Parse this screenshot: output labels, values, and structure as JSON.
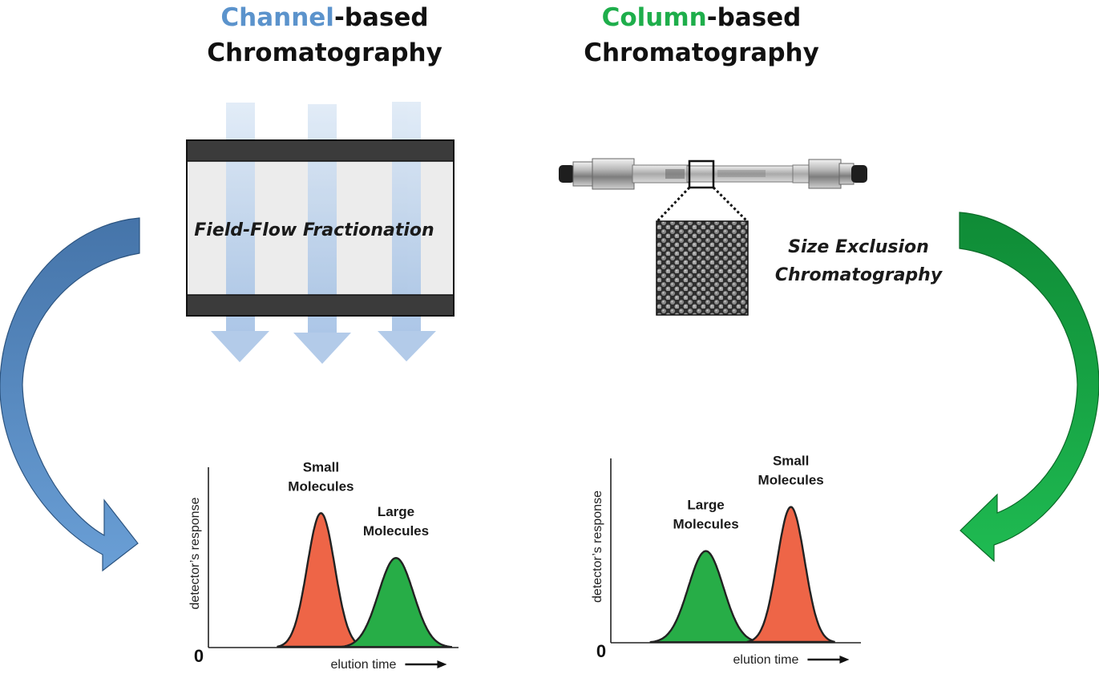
{
  "titles": {
    "left": {
      "accent": "Channel",
      "rest": "-based",
      "line2": "Chromatography",
      "accent_color": "#5b93cc"
    },
    "right": {
      "accent": "Column",
      "rest": "-based",
      "line2": "Chromatography",
      "accent_color": "#1eae4b"
    }
  },
  "left_panel": {
    "method_label": "Field-Flow Fractionation"
  },
  "right_panel": {
    "method_label_line1": "Size Exclusion",
    "method_label_line2": "Chromatography"
  },
  "colors": {
    "blue_arrow": "#5a8fc8",
    "green_arrow": "#17a844",
    "peak_red": "#ee6547",
    "peak_green": "#27ad47",
    "channel_plate": "#3a3a3a",
    "channel_fill": "#ececec",
    "flow_arrow": "#a6c3e6"
  },
  "icons": [
    "channel-flow-arrow",
    "column-fitting",
    "porous-bead-packing",
    "curved-process-arrow"
  ],
  "chart_data": [
    {
      "type": "area",
      "title": "",
      "ylabel": "detector’s response",
      "xlabel": "elution time",
      "origin_label": "0",
      "series": [
        {
          "name": "",
          "label_lines": [
            "Small",
            "Molecules"
          ],
          "center": 0.45,
          "height": 0.78,
          "width": 0.055,
          "color": "#ee6547"
        },
        {
          "name": "",
          "label_lines": [
            "Large",
            "Molecules"
          ],
          "center": 0.75,
          "height": 0.52,
          "width": 0.07,
          "color": "#27ad47"
        }
      ]
    },
    {
      "type": "area",
      "title": "",
      "ylabel": "detector’s response",
      "xlabel": "elution time",
      "origin_label": "0",
      "series": [
        {
          "name": "",
          "label_lines": [
            "Large",
            "Molecules"
          ],
          "center": 0.38,
          "height": 0.52,
          "width": 0.07,
          "color": "#27ad47"
        },
        {
          "name": "",
          "label_lines": [
            "Small",
            "Molecules"
          ],
          "center": 0.72,
          "height": 0.77,
          "width": 0.055,
          "color": "#ee6547"
        }
      ]
    }
  ]
}
